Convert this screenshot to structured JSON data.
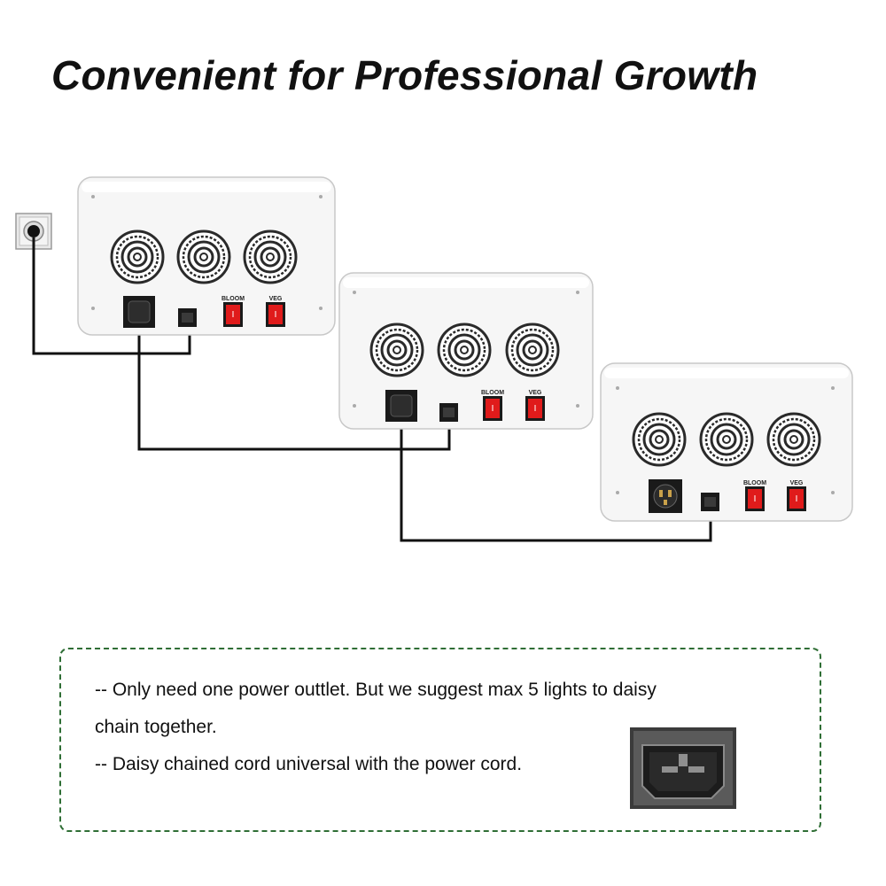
{
  "title": "Convenient for Professional Growth",
  "units": {
    "switch_labels": [
      "BLOOM",
      "VEG"
    ]
  },
  "notes": {
    "line1": "-- Only need one power outtlet. But we suggest max 5 lights to daisy",
    "line2": "chain together.",
    "line3": "-- Daisy chained cord universal with the power cord."
  },
  "colors": {
    "switch_red": "#e01b1b",
    "panel_border": "#2f6e35",
    "cable": "#111111"
  },
  "icons": [
    "wall-socket-icon",
    "fan-icon",
    "power-inlet-icon",
    "rocker-switch-icon",
    "universal-outlet-icon",
    "iec-connector-icon"
  ]
}
